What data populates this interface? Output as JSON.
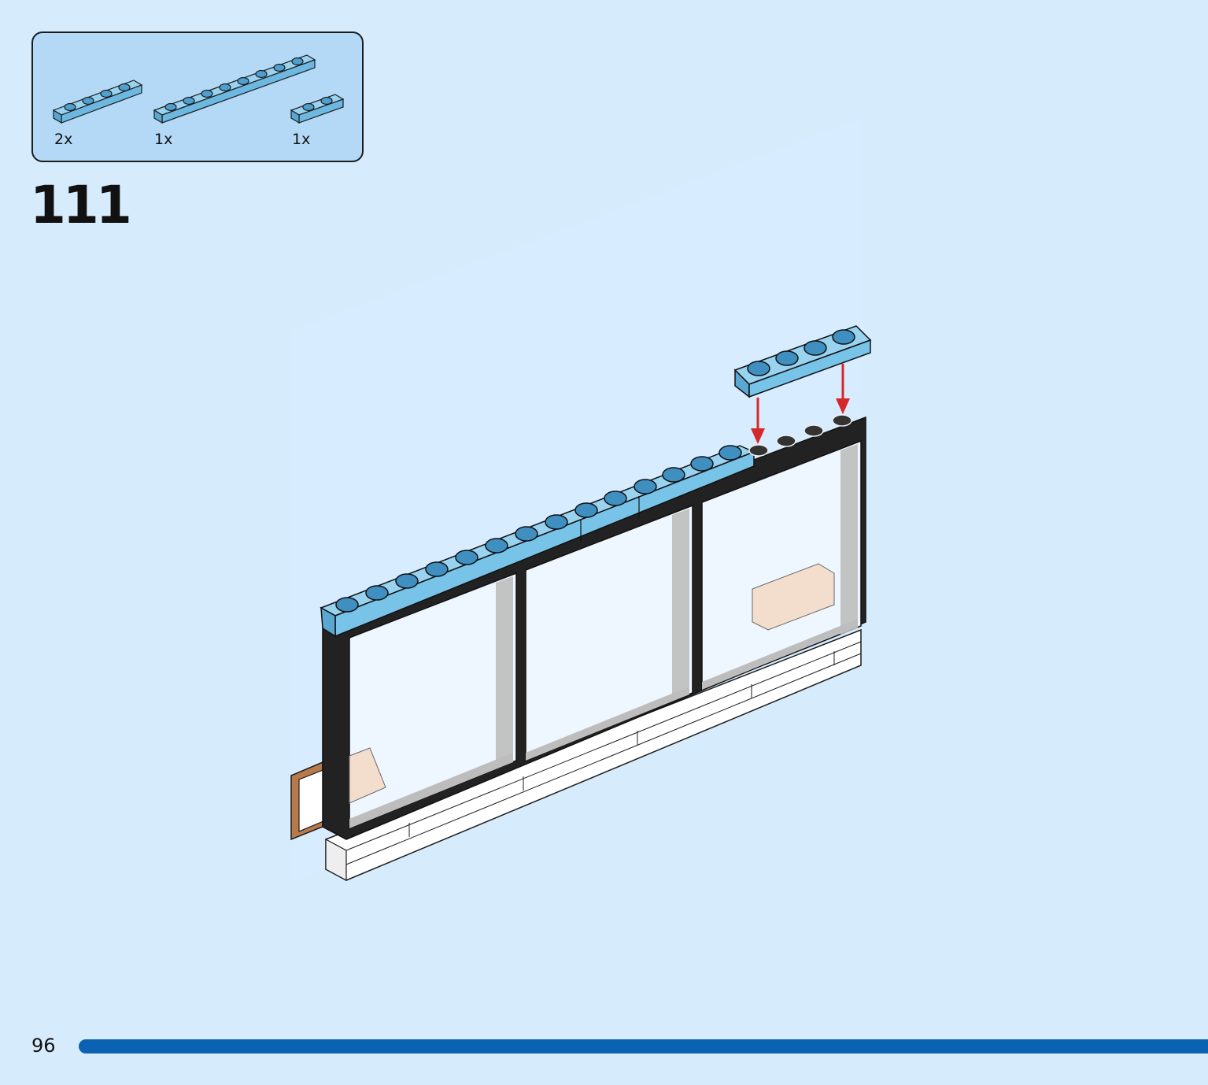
{
  "parts_list": {
    "items": [
      {
        "quantity": "2x",
        "part_icon": "plate-1x4-light-blue-icon"
      },
      {
        "quantity": "1x",
        "part_icon": "plate-1x8-light-blue-icon"
      },
      {
        "quantity": "1x",
        "part_icon": "plate-1x2-light-blue-icon"
      }
    ]
  },
  "step": {
    "number": "111"
  },
  "footer": {
    "page_number": "96"
  },
  "colors": {
    "background": "#d6ecfd",
    "parts_box": "#b3d9f7",
    "plate_blue": "#78c3e8",
    "frame_black": "#222222",
    "arrow_red": "#d62828",
    "progress_blue": "#0b62b3"
  }
}
